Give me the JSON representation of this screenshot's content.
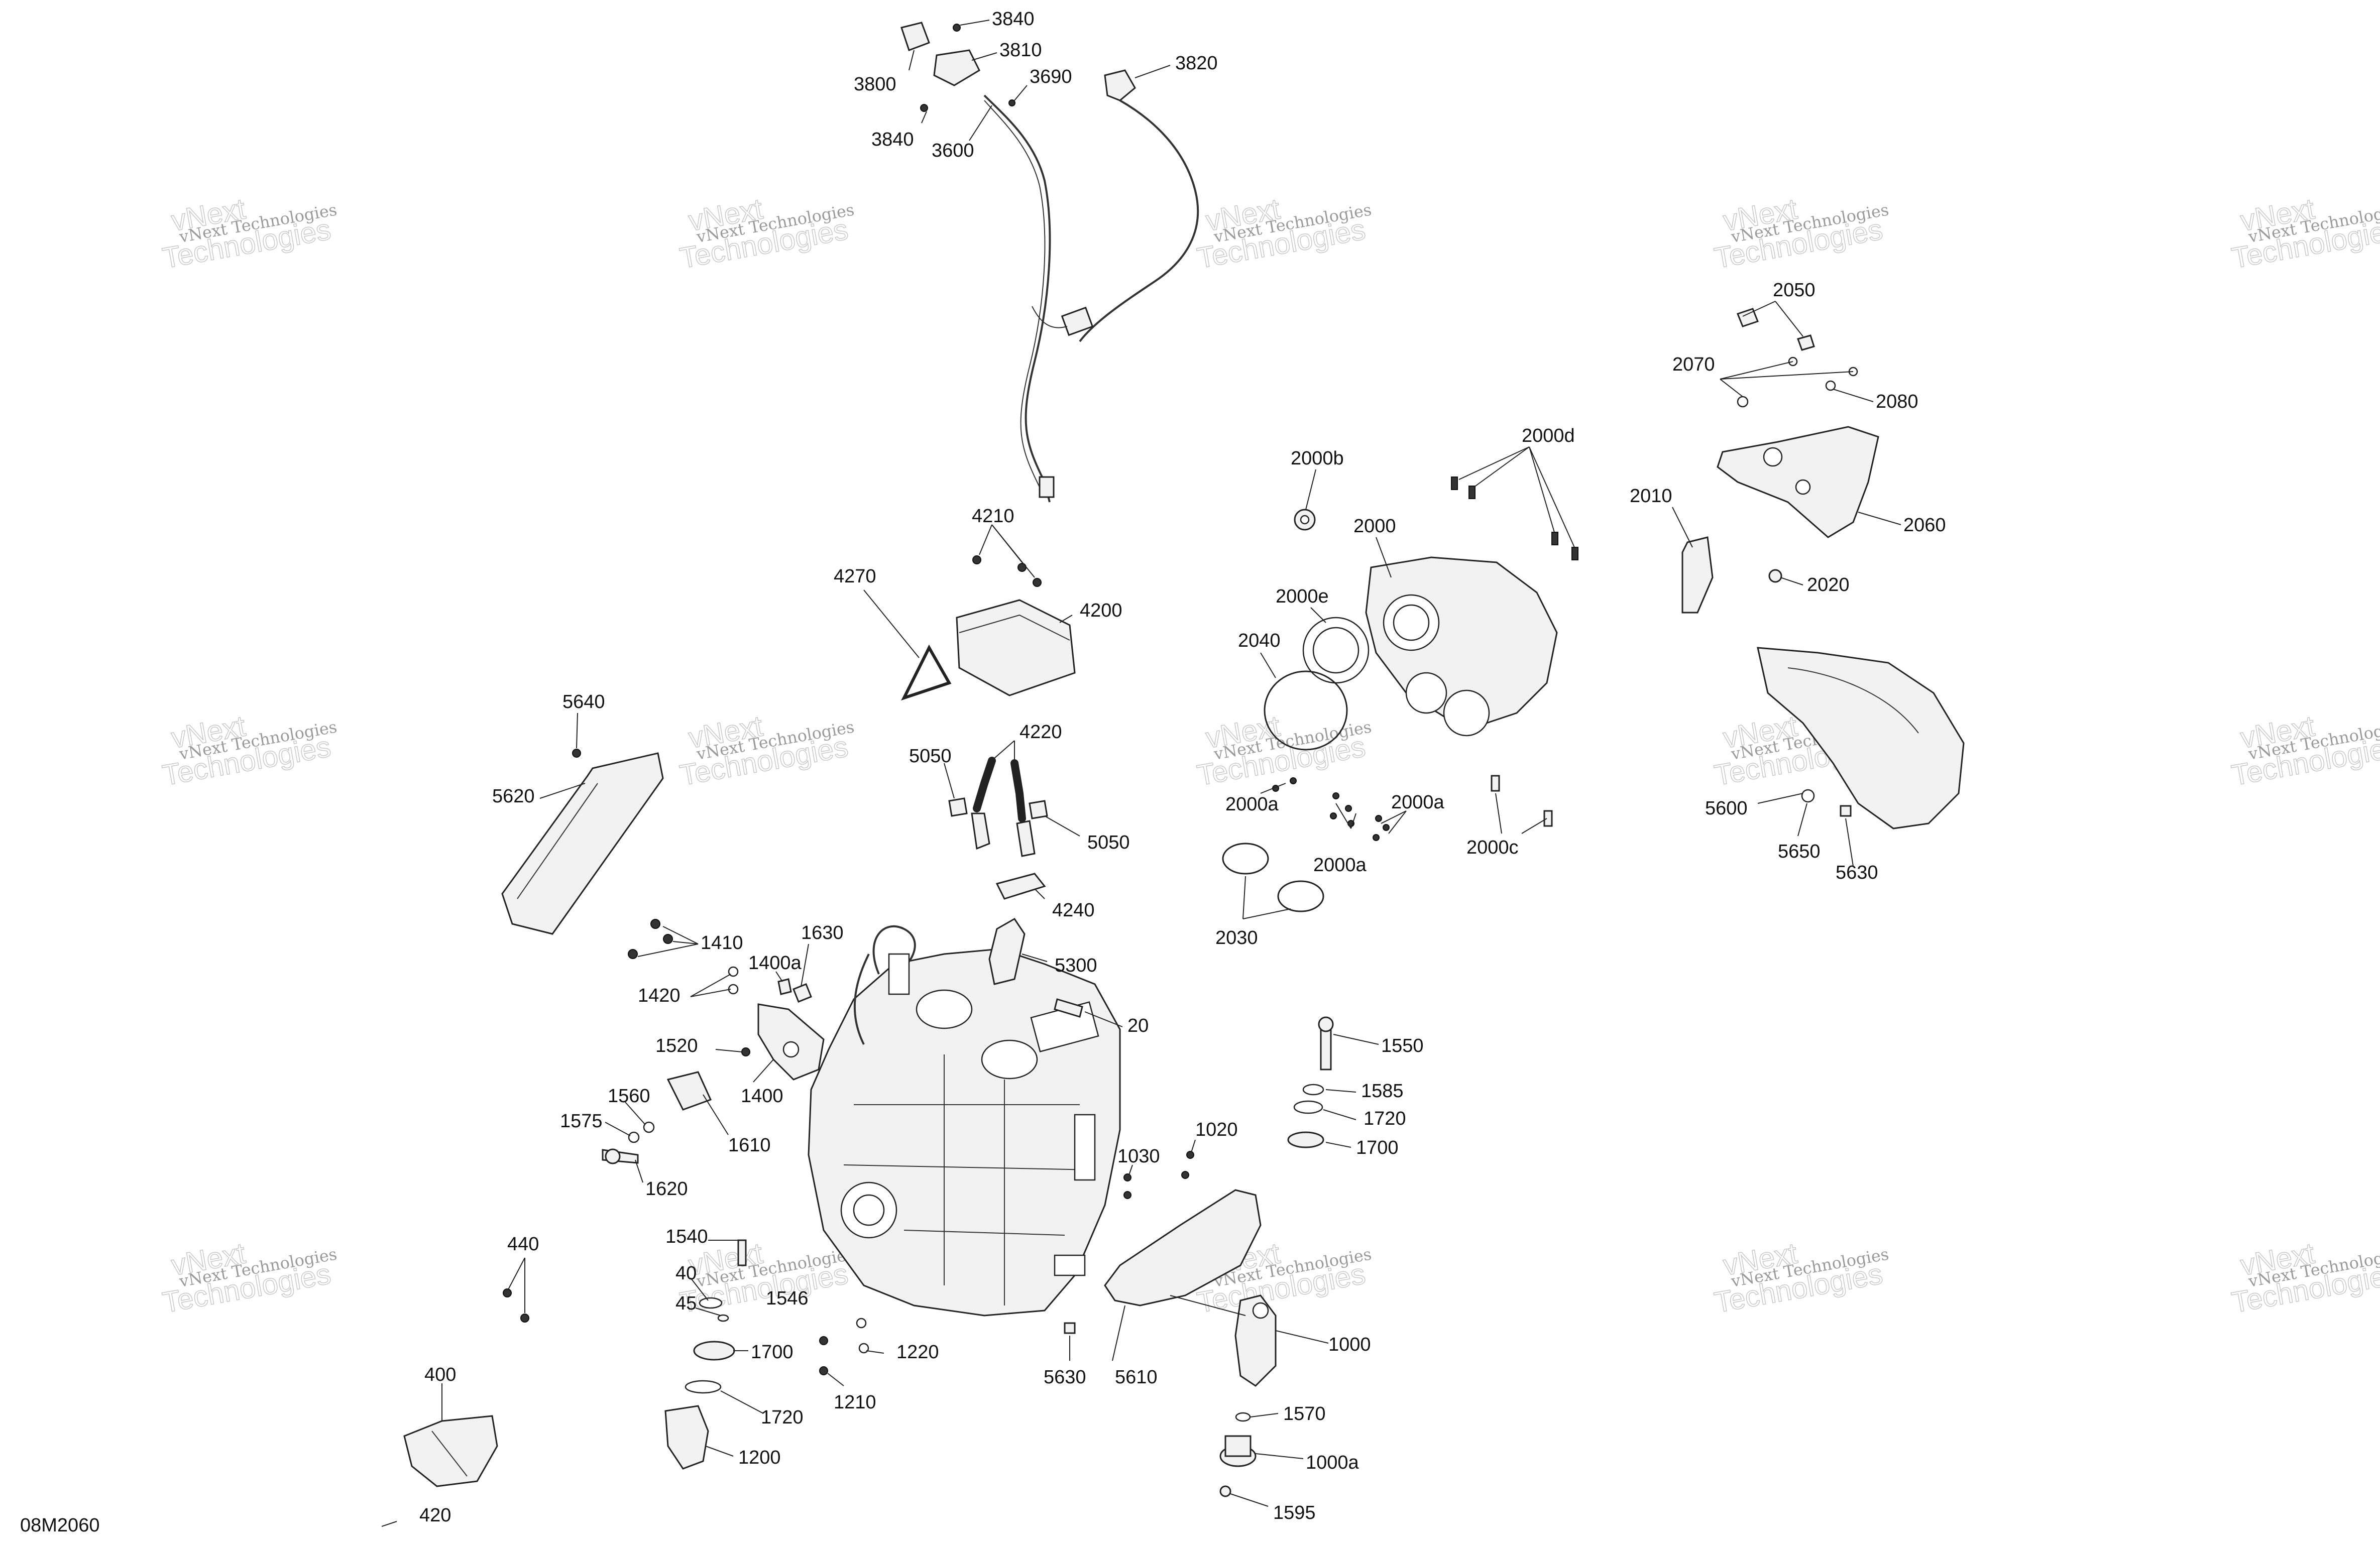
{
  "diagram_code": "08M2060",
  "watermark": {
    "line1": "vNext Technologies",
    "line2": "Technologies",
    "top": "vNext"
  },
  "callouts": {
    "c3840a": "3840",
    "c3810": "3810",
    "c3800": "3800",
    "c3690": "3690",
    "c3840b": "3840",
    "c3600": "3600",
    "c3820": "3820",
    "c2050": "2050",
    "c2070": "2070",
    "c2080": "2080",
    "c2060": "2060",
    "c2010": "2010",
    "c2020": "2020",
    "c2000b": "2000b",
    "c2000d": "2000d",
    "c2000": "2000",
    "c2000e": "2000e",
    "c2040": "2040",
    "c4210": "4210",
    "c4270": "4270",
    "c4200": "4200",
    "c5640": "5640",
    "c5620": "5620",
    "c5050a": "5050",
    "c4220": "4220",
    "c5050b": "5050",
    "c4240": "4240",
    "c2000a1": "2000a",
    "c2000a2": "2000a",
    "c2000a3": "2000a",
    "c2000c": "2000c",
    "c2030": "2030",
    "c5600": "5600",
    "c5650": "5650",
    "c5630a": "5630",
    "c1630": "1630",
    "c1410": "1410",
    "c1400a": "1400a",
    "c1420": "1420",
    "c5300": "5300",
    "c20": "20",
    "c1520": "1520",
    "c1400": "1400",
    "c1560": "1560",
    "c1575": "1575",
    "c1610": "1610",
    "c1620": "1620",
    "c1550": "1550",
    "c1585": "1585",
    "c1720a": "1720",
    "c1700a": "1700",
    "c1030": "1030",
    "c1020": "1020",
    "c440": "440",
    "c1540": "1540",
    "c40": "40",
    "c45": "45",
    "c1546": "1546",
    "c1700b": "1700",
    "c1220": "1220",
    "c1210": "1210",
    "c1720b": "1720",
    "c1200": "1200",
    "c5630b": "5630",
    "c5610": "5610",
    "c1000": "1000",
    "c1570": "1570",
    "c1000a": "1000a",
    "c1595": "1595",
    "c400": "400",
    "c420": "420"
  }
}
